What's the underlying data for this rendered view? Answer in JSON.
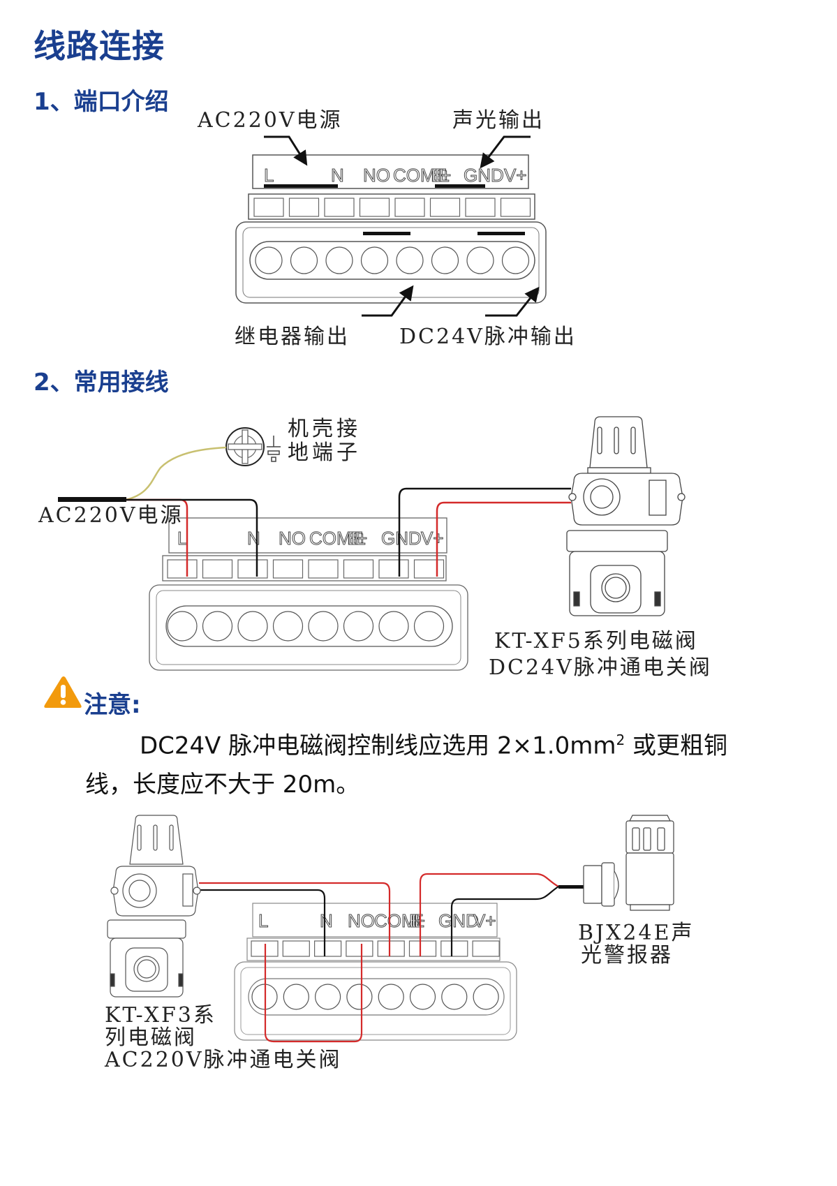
{
  "page": {
    "title": "线路连接",
    "section1_title": "1、端口介绍",
    "section2_title": "2、常用接线"
  },
  "terminal": {
    "labels": [
      "L",
      "N",
      "NO",
      "COM",
      "BELL+",
      "GND",
      "V+"
    ]
  },
  "port_intro": {
    "ac_power_label": "AC220V电源",
    "sound_light_label": "声光输出",
    "relay_label": "继电器输出",
    "dc_pulse_label": "DC24V脉冲输出"
  },
  "wiring1": {
    "ground_label_line1": "机壳接",
    "ground_label_line2": "地端子",
    "ac_power_label": "AC220V电源",
    "valve_label_line1": "KT-XF5系列电磁阀",
    "valve_label_line2": "DC24V脉冲通电关阀"
  },
  "note": {
    "title": "注意:",
    "text_part1": "DC24V 脉冲电磁阀控制线应选用 2×1.0mm",
    "superscript": "2",
    "text_part2": " 或更粗铜线，长度应不大于 20m。",
    "icon": "warning-triangle-icon",
    "icon_color": "#f29a0d"
  },
  "wiring2": {
    "valve_label_line1": "KT-XF3系",
    "valve_label_line2": "列电磁阀",
    "valve_label_line3": "AC220V脉冲通电关阀",
    "alarm_label_line1": "BJX24E声",
    "alarm_label_line2": "光警报器"
  },
  "colors": {
    "heading": "#1a3f8f",
    "wire_red": "#d42a2a",
    "wire_black": "#111111",
    "wire_ground": "#c8c070"
  }
}
